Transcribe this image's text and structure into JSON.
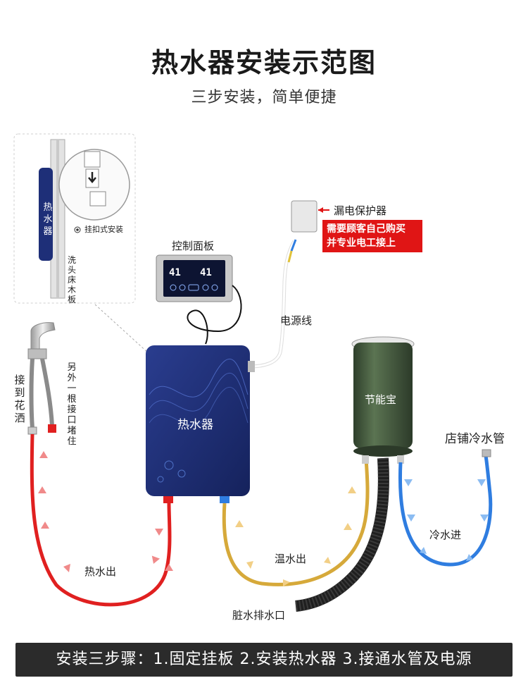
{
  "title": "热水器安装示范图",
  "subtitle": "三步安装，简单便捷",
  "inset": {
    "heater_label": "热水器",
    "hook_label": "挂扣式安装",
    "board_label": "洗头床木板"
  },
  "labels": {
    "breaker": "漏电保护器",
    "warning_line1": "需要顾客自己购买",
    "warning_line2": "并专业电工接上",
    "control_panel": "控制面板",
    "power_cord": "电源线",
    "heater": "热水器",
    "saver": "节能宝",
    "shop_cold_pipe": "店铺冷水管",
    "to_shower": "接到花洒",
    "other_plug": "另外一根接口堵住",
    "hot_out": "热水出",
    "warm_out": "温水出",
    "cold_in": "冷水进",
    "drain": "脏水排水口"
  },
  "panel_display": {
    "left_value": "41",
    "right_value": "41"
  },
  "footer": "安装三步骤：1.固定挂板 2.安装热水器 3.接通水管及电源",
  "colors": {
    "hot_pipe": "#e02020",
    "warm_pipe": "#d6a93a",
    "cold_pipe": "#2f7de0",
    "heater_body": "#1e2f78",
    "saver_body": "#3d5238",
    "warning_bg": "#e01515",
    "footer_bg": "#2b2b2b"
  }
}
